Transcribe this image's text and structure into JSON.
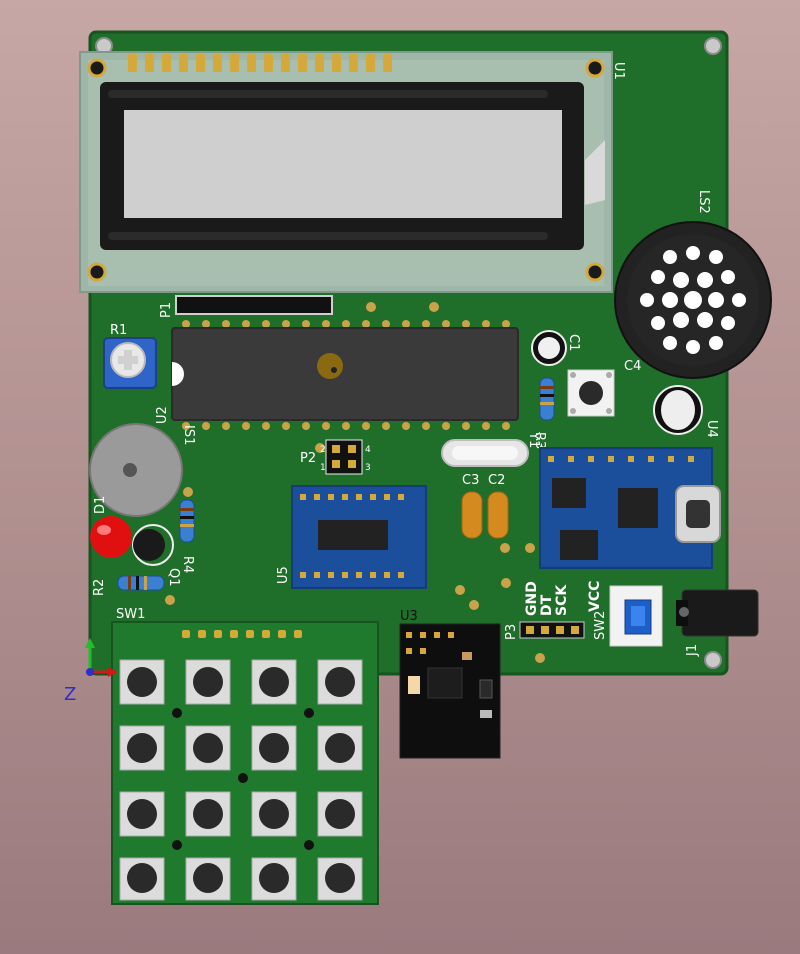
{
  "labels": {
    "U1": "U1",
    "LS2": "LS2",
    "P1": "P1",
    "R1": "R1",
    "C1": "C1",
    "C4": "C4",
    "U2": "U2",
    "IS1": "IS1",
    "U4": "U4",
    "R3": "R3",
    "Y1": "Y1",
    "P2": "P2",
    "P2_pins": [
      "1",
      "2",
      "3",
      "4"
    ],
    "C3": "C3",
    "C2": "C2",
    "D1": "D1",
    "R4": "R4",
    "Q1": "Q1",
    "R2": "R2",
    "U5": "U5",
    "SW1": "SW1",
    "U3": "U3",
    "P3": "P3",
    "P3_pins": [
      "GND",
      "DT",
      "SCK",
      "VCC"
    ],
    "SW2": "SW2",
    "J1": "J1",
    "axis_z": "Z"
  },
  "colors": {
    "board": "#1f6e2a",
    "board_edge": "#17541f",
    "lcd_frame": "#9fb7a8",
    "lcd_screen": "#cfcfcf",
    "ic_body": "#3a3a3a",
    "gold": "#c9a34a",
    "blue_module": "#1b4f9c",
    "black_module": "#0e0e0e",
    "led_red": "#e01010",
    "cap_orange": "#d48a1e",
    "speaker": "#222222",
    "silk": "#ffffff"
  },
  "icons": {
    "axis": "xyz-axis-icon",
    "speaker": "speaker-icon",
    "buzzer": "buzzer-icon"
  }
}
